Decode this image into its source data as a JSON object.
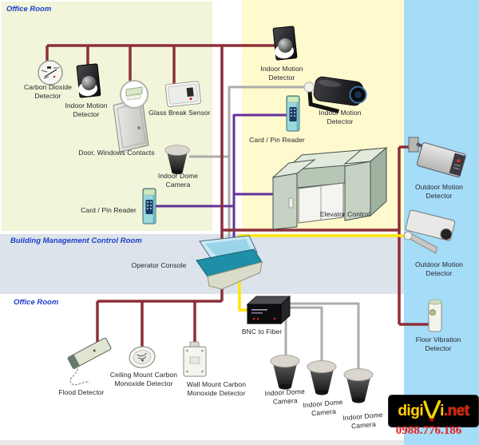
{
  "titles": {
    "office_top": "Office Room",
    "control_room": "Building Management Control Room",
    "office_bottom": "Office Room"
  },
  "labels": {
    "carbon_dioxide": "Carbon Dioxide Detector",
    "indoor_motion_left": "Indoor Motion Detector",
    "door_contacts": "Door, Windows Contacts",
    "glass_break": "Glass Break Sensor",
    "dome_top": "Indoor Dome Camera",
    "card_left": "Card / Pin Reader",
    "indoor_motion_tr": "Indoor Motion Detector",
    "indoor_motion_bullet": "Indoor Motion Detector",
    "card_tr": "Card / Pin Reader",
    "elevator": "Elevator Control",
    "operator_console": "Operator Console",
    "bnc": "BNC to Fiber",
    "flood": "Flood Detector",
    "ceiling_co": "Ceiling Mount Carbon Monoxide Detector",
    "wall_co": "Wall Mount Carbon Monoxide Detector",
    "dome1": "Indoor Dome Camera",
    "dome2": "Indoor Dome Camera",
    "dome3": "Indoor Dome Camera",
    "outdoor1": "Outdoor Motion Detector",
    "outdoor2": "Outdoor Motion Detector",
    "floor_vibration": "Floor Vibration Detector"
  },
  "logo": {
    "digi": "digi",
    "i": "i",
    "net": ".net",
    "phone": "0988.776.186"
  },
  "colors": {
    "wire_detector": "#8c2f3a",
    "wire_access": "#63309b",
    "wire_camera": "#acacac",
    "wire_fiber": "#ffe609",
    "region_green": "#f1f5d9",
    "region_yellow": "#fffacd",
    "region_blue": "#a5dcf7",
    "region_band": "#dce3ea",
    "title_blue": "#1b3fc8"
  }
}
